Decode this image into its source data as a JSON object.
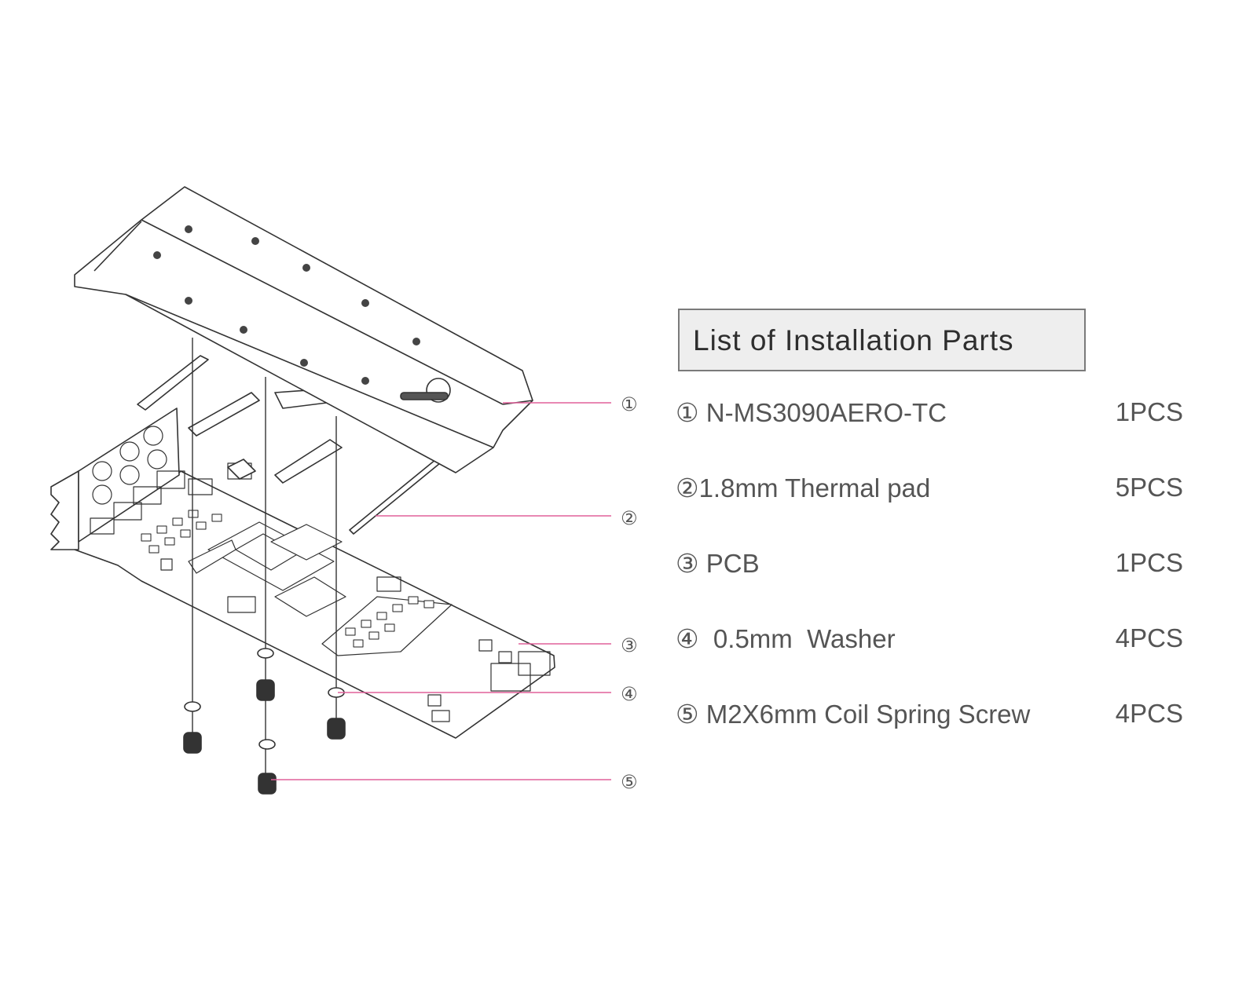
{
  "colors": {
    "leader": "#e0609a",
    "line": "#333333",
    "text": "#555555",
    "title_bg": "#eeeeee"
  },
  "diagram": {
    "callouts": [
      "①",
      "②",
      "③",
      "④",
      "⑤"
    ]
  },
  "parts_list": {
    "title": "List of Installation Parts",
    "items": [
      {
        "name": "① N-MS3090AERO-TC",
        "qty": "1PCS"
      },
      {
        "name": "②1.8mm Thermal pad",
        "qty": "5PCS"
      },
      {
        "name": "③ PCB",
        "qty": "1PCS"
      },
      {
        "name": "④  0.5mm  Washer",
        "qty": "4PCS"
      },
      {
        "name": "⑤ M2X6mm Coil Spring Screw",
        "qty": "4PCS"
      }
    ]
  }
}
